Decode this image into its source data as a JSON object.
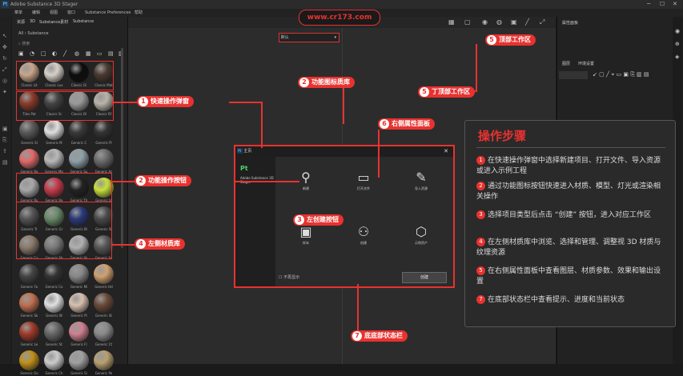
{
  "app": {
    "title": "Adobe Substance 3D Stager",
    "logo": "Pt"
  },
  "menu": [
    "菜单",
    "编辑",
    "视图",
    "窗口",
    "Substance",
    "Preferences",
    "帮助"
  ],
  "watermark": "www.cr173.com",
  "library": {
    "tabs": [
      "资源",
      "3D",
      "Substance素材",
      "Substance"
    ],
    "breadcrumb": "All  ›  Substance",
    "search_placeholder": "搜索",
    "materials": [
      {
        "label": "Classic Lit",
        "color": "#c9a58a"
      },
      {
        "label": "Classic Lux",
        "color": "#d6d0c8"
      },
      {
        "label": "Classic Gl",
        "color": "#0d0d0d"
      },
      {
        "label": "Classic Mat",
        "color": "#4a3a2f"
      },
      {
        "label": "Tiles Pat",
        "color": "#8a3b2a"
      },
      {
        "label": "Classic Sr",
        "color": "#444"
      },
      {
        "label": "Classic Bl",
        "color": "#9a9a9a"
      },
      {
        "label": "Classic Rf",
        "color": "#b9b3a8"
      },
      {
        "label": "Generic Sl",
        "color": "#5a5a5a"
      },
      {
        "label": "Generic M",
        "color": "#e0e0e0"
      },
      {
        "label": "Generic C",
        "color": "#3a3a3a"
      },
      {
        "label": "Generic Pl",
        "color": "#333"
      },
      {
        "label": "Generic Re",
        "color": "#e06a6a"
      },
      {
        "label": "Generic Ma",
        "color": "#b8b8b8"
      },
      {
        "label": "Generic Su",
        "color": "#8fa0a8"
      },
      {
        "label": "Generic Ac",
        "color": "#6a6a6a"
      },
      {
        "label": "Generic Ru",
        "color": "#a8a8a8"
      },
      {
        "label": "Generic Re",
        "color": "#c63a4a"
      },
      {
        "label": "Generic Th",
        "color": "#222"
      },
      {
        "label": "Generic Lt",
        "color": "#c8e03a"
      },
      {
        "label": "Generic Tr",
        "color": "#555"
      },
      {
        "label": "Generic Gr",
        "color": "#6a8a6a"
      },
      {
        "label": "Generic Bl",
        "color": "#2a3a7a"
      },
      {
        "label": "Generic St",
        "color": "#4a4a4a"
      },
      {
        "label": "Generic Co",
        "color": "#8a7a6a"
      },
      {
        "label": "Generic Sh",
        "color": "#7a7a7a"
      },
      {
        "label": "Generic Sk",
        "color": "#b0b0b0"
      },
      {
        "label": "Generic Sc",
        "color": "#555"
      },
      {
        "label": "Generic Fo",
        "color": "#444"
      },
      {
        "label": "Generic Co",
        "color": "#333"
      },
      {
        "label": "Generic Mi",
        "color": "#888"
      },
      {
        "label": "Generic Hd",
        "color": "#d0a070"
      },
      {
        "label": "Generic Sk",
        "color": "#c07050"
      },
      {
        "label": "Generic W",
        "color": "#e0e0e0"
      },
      {
        "label": "Generic Pl",
        "color": "#d8c0b0"
      },
      {
        "label": "Generic St",
        "color": "#6a4a3a"
      },
      {
        "label": "Generic Le",
        "color": "#a03a2a"
      },
      {
        "label": "Generic St",
        "color": "#666"
      },
      {
        "label": "Generic Fl",
        "color": "#d08090"
      },
      {
        "label": "Generic Ct",
        "color": "#8a8a8a"
      },
      {
        "label": "Generic Go",
        "color": "#c0901a"
      },
      {
        "label": "Generic Ch",
        "color": "#cccccc"
      },
      {
        "label": "Generic Si",
        "color": "#a0a0a0"
      },
      {
        "label": "Generic Pe",
        "color": "#b8a070"
      }
    ]
  },
  "viewport": {
    "camera_select": "默认"
  },
  "right_panel": {
    "title": "属性面板",
    "tabs": [
      "图层",
      "环境设置"
    ]
  },
  "dialog": {
    "title": "主页",
    "side_logo": "Pt",
    "side_text": "Adobe Substance 3D Stager",
    "options": [
      "新建",
      "打开文件",
      "导入资源",
      "样本",
      "创建",
      "示例资产"
    ],
    "checkbox_label": "不再显示",
    "create_button": "创建"
  },
  "callouts": [
    {
      "n": "1",
      "text": "快速操作弹窗"
    },
    {
      "n": "2",
      "text": "功能图标质库"
    },
    {
      "n": "2",
      "text": "功能操作按钮"
    },
    {
      "n": "3",
      "text": "左创建按钮"
    },
    {
      "n": "4",
      "text": "左侧材质库"
    },
    {
      "n": "5",
      "text": "顶部工作区"
    },
    {
      "n": "5",
      "text": "丁顶部工作区"
    },
    {
      "n": "6",
      "text": "右侧属性面板"
    },
    {
      "n": "7",
      "text": "底底部状态栏"
    }
  ],
  "steps": {
    "heading": "操作步骤",
    "items": [
      {
        "n": "1",
        "text": "在快速操作弹窗中选择新建项目、打开文件、导入资源或进入示例工程"
      },
      {
        "n": "2",
        "text": "通过功能图标按钮快速进入材质、模型、灯光或渲染相关操作"
      },
      {
        "n": "3",
        "text": "选择项目类型后点击 “创建” 按钮，进入对应工作区"
      },
      {
        "n": "4",
        "text": "在左侧材质库中浏览、选择和管理、调整视 3D 材质与纹理资源"
      },
      {
        "n": "5",
        "text": "在右侧属性面板中查看图层、材质参数、效果和输出设置"
      },
      {
        "n": "7",
        "text": "在底部状态栏中查看提示、进度和当前状态"
      }
    ]
  }
}
